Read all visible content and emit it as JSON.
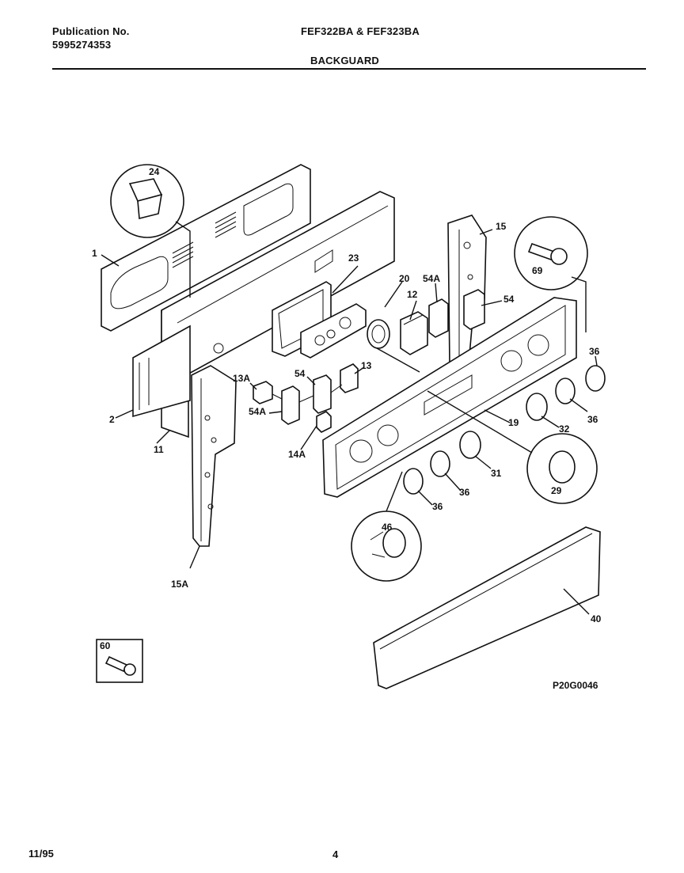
{
  "header": {
    "publication_label": "Publication No.",
    "publication_number": "5995274353",
    "models": "FEF322BA & FEF323BA",
    "section_title": "BACKGUARD"
  },
  "footer": {
    "date": "11/95",
    "page_number": "4"
  },
  "diagram": {
    "drawing_code": "P20G0046",
    "part_labels": {
      "p1": "1",
      "p2": "2",
      "p11": "11",
      "p12": "12",
      "p13": "13",
      "p13a": "13A",
      "p14a": "14A",
      "p15": "15",
      "p15a": "15A",
      "p19": "19",
      "p20": "20",
      "p23": "23",
      "p24": "24",
      "p29": "29",
      "p31": "31",
      "p32": "32",
      "p36a": "36",
      "p36b": "36",
      "p36c": "36",
      "p36d": "36",
      "p40": "40",
      "p46": "46",
      "p54a": "54",
      "p54b": "54",
      "p54c": "54A",
      "p54d": "54A",
      "p60": "60",
      "p69": "69"
    }
  }
}
